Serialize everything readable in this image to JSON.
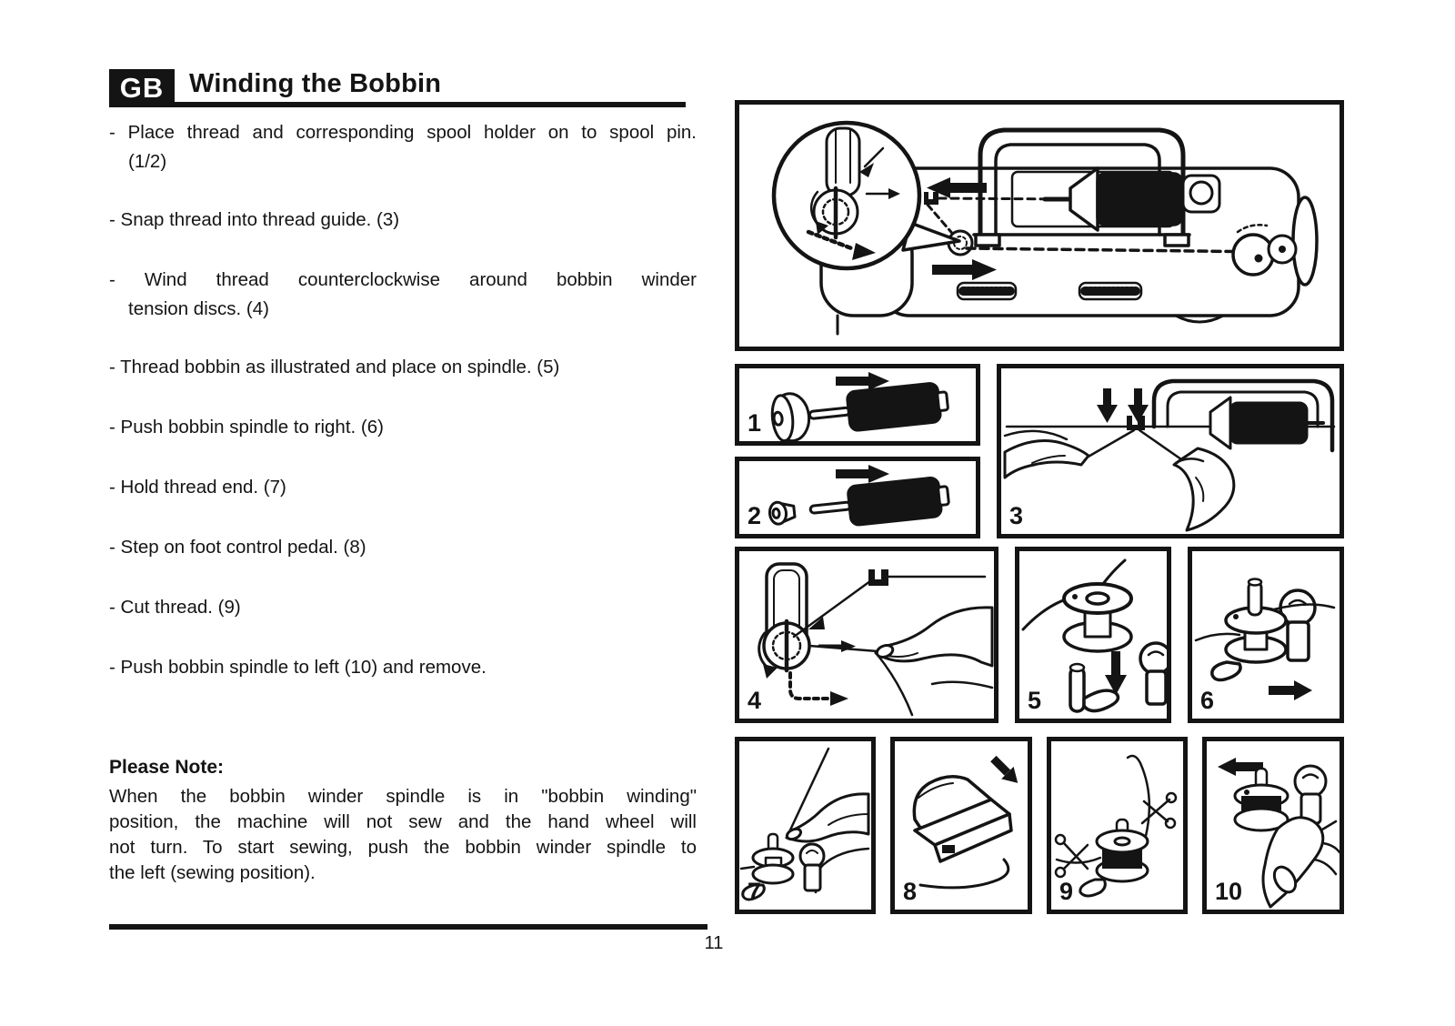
{
  "colors": {
    "ink": "#141414",
    "paper": "#ffffff"
  },
  "header": {
    "language_badge": "GB",
    "title": "Winding the Bobbin"
  },
  "instructions": [
    {
      "l1": "- Place thread and corresponding spool holder on to spool pin.",
      "l2": "(1/2)"
    },
    {
      "l1": "- Snap thread into thread guide. (3)"
    },
    {
      "l1": "- Wind thread counterclockwise around bobbin winder",
      "l2": "tension discs. (4)"
    },
    {
      "l1": "- Thread bobbin as illustrated and place on spindle. (5)"
    },
    {
      "l1": "- Push bobbin spindle to right. (6)"
    },
    {
      "l1": "- Hold thread end. (7)"
    },
    {
      "l1": "- Step on foot control pedal. (8)"
    },
    {
      "l1": "- Cut thread. (9)"
    },
    {
      "l1": "- Push bobbin spindle to left (10) and remove."
    }
  ],
  "note": {
    "heading": "Please Note:",
    "lines": [
      "When the bobbin winder spindle is in \"bobbin winding\"",
      "position, the machine will not sew and the hand wheel will",
      "not turn. To start sewing, push the bobbin winder spindle to",
      "the left (sewing position)."
    ]
  },
  "footer": {
    "page_number": "11"
  },
  "panel_labels": [
    "1",
    "2",
    "3",
    "4",
    "5",
    "6",
    "7",
    "8",
    "9",
    "10"
  ]
}
